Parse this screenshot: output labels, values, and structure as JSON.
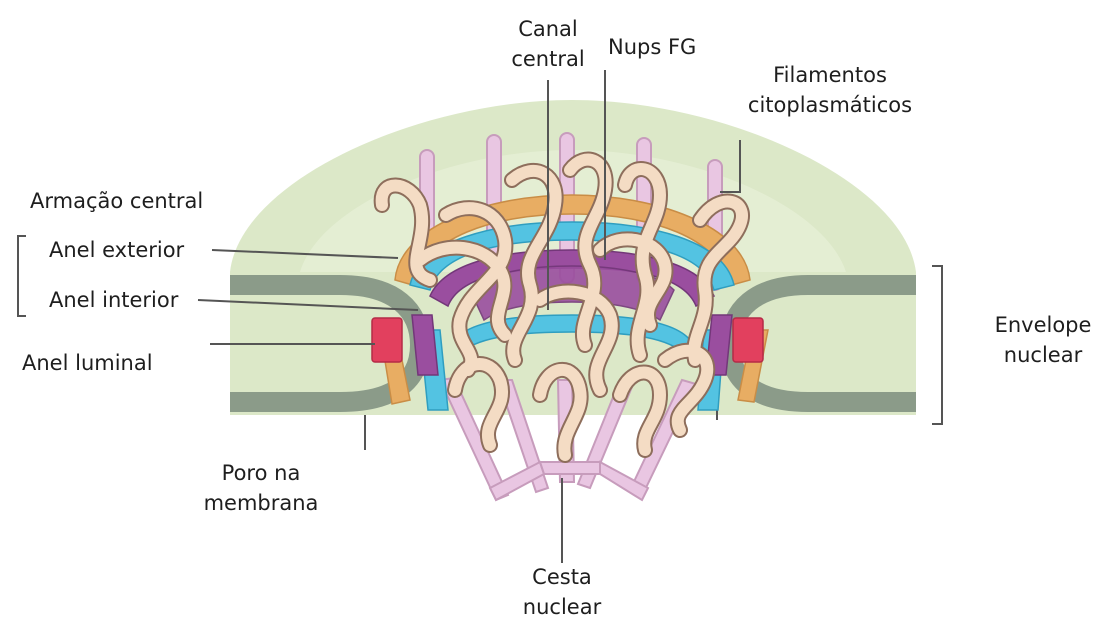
{
  "diagram": {
    "labels": {
      "canal_central": [
        "Canal",
        "central"
      ],
      "nups_fg": "Nups FG",
      "filamentos": [
        "Filamentos",
        "citoplasmáticos"
      ],
      "armacao_central": "Armação central",
      "anel_exterior": "Anel exterior",
      "anel_interior": "Anel interior",
      "anel_luminal": "Anel luminal",
      "envelope_nuclear": [
        "Envelope",
        "nuclear"
      ],
      "poro_membrana": [
        "Poro na",
        "membrana"
      ],
      "cesta_nuclear": [
        "Cesta",
        "nuclear"
      ]
    },
    "colors": {
      "envelope_fill": "#d9e6c4",
      "membrane": "#8a9a88",
      "outer_ring": "#e8ac62",
      "inner_ring": "#9a4d9e",
      "luminal_ring": "#e0405c",
      "scaffold": "#4cc2e0",
      "filament": "#e8c2e0",
      "nup": "#f2d9c0"
    }
  }
}
